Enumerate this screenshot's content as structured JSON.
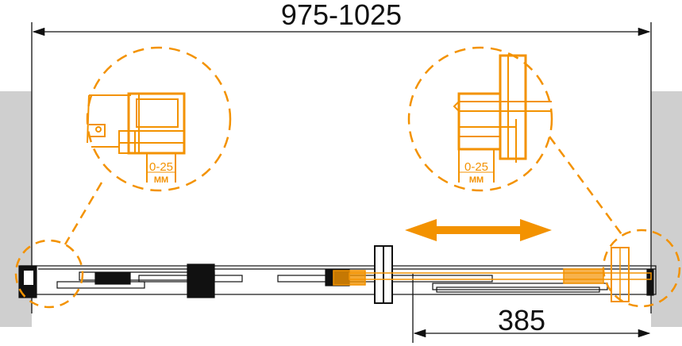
{
  "dimensions": {
    "overall_width": "975-1025",
    "door_opening": "385"
  },
  "details": {
    "left": {
      "adjust_range": "0-25",
      "unit": "MM"
    },
    "right": {
      "adjust_range": "0-25",
      "unit": "MM"
    }
  },
  "colors": {
    "accent": "#f39200",
    "line": "#111111",
    "wall": "#cfcfcf"
  }
}
